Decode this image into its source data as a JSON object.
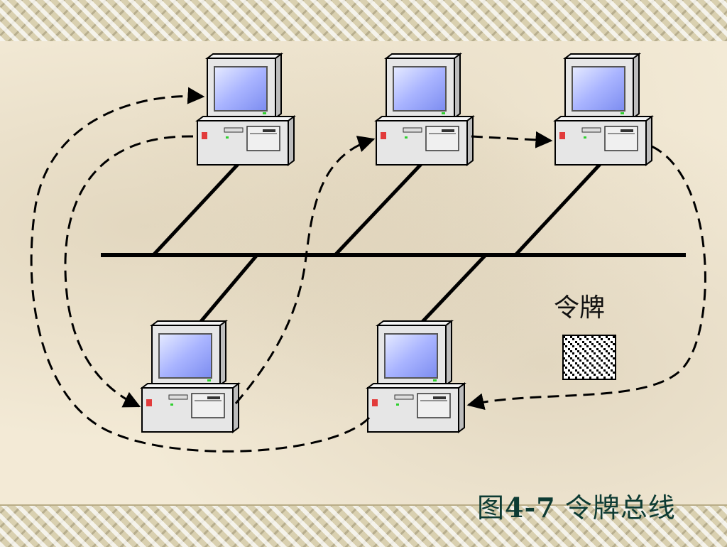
{
  "diagram": {
    "token_label": "令牌",
    "caption": {
      "prefix": "图",
      "number": "4-7",
      "title": " 令牌总线"
    }
  },
  "colors": {
    "screen": "#a9b4ff",
    "monitor_body": "#e6e6e6",
    "bus_line": "#000000",
    "caption_text": "#0d3b33"
  },
  "icons": [
    "computer-icon",
    "token-icon"
  ]
}
